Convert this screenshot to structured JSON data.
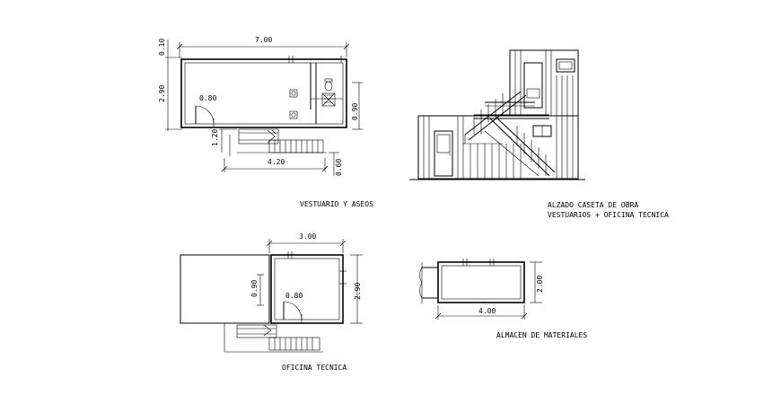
{
  "drawings": {
    "vestuario": {
      "caption": "VESTUARIO Y ASEOS",
      "dims": {
        "top": "7.00",
        "top_left": "0.10",
        "left": "2.90",
        "door": "0.80",
        "right": "0.90",
        "step_left": "1.20",
        "bottom": "4.20",
        "step_right": "0.60"
      }
    },
    "alzado": {
      "caption_line1": "ALZADO CASETA DE OBRA",
      "caption_line2": "VESTUARIOS + OFICINA TECNICA"
    },
    "oficina": {
      "caption": "OFICINA TECNICA",
      "dims": {
        "top": "3.00",
        "inner_left": "0.90",
        "door": "0.80",
        "right": "2.90"
      }
    },
    "almacen": {
      "caption": "ALMACEN DE MATERIALES",
      "dims": {
        "bottom": "4.00",
        "right": "2.00"
      }
    }
  }
}
